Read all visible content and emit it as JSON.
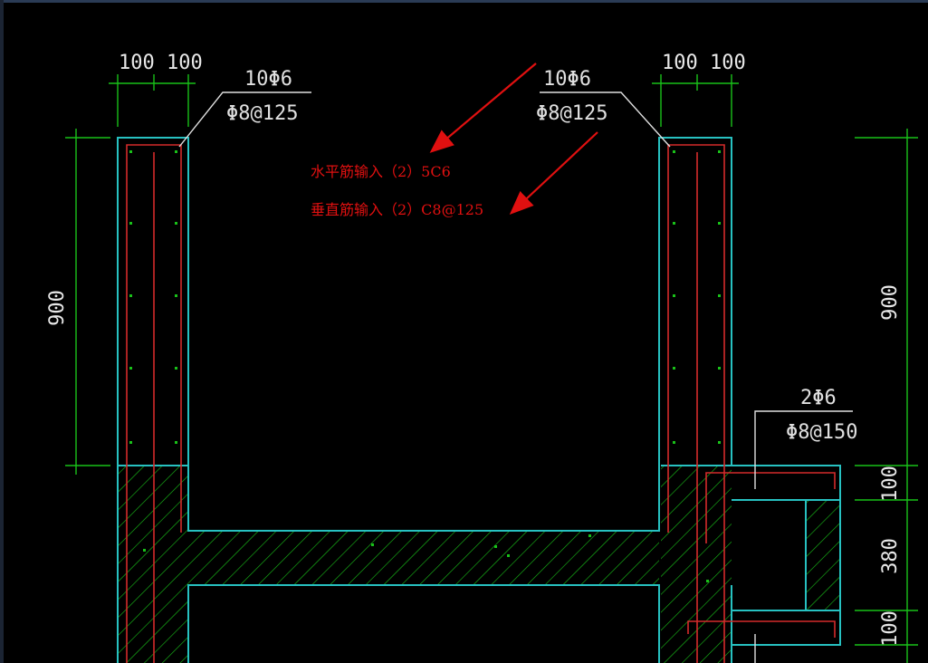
{
  "colors": {
    "background": "#000000",
    "concrete_outline": "#27c1c1",
    "dimension": "#19c119",
    "rebar": "#d42b2b",
    "hatch": "#19c119",
    "note": "#e01010",
    "text": "#e8e8e8"
  },
  "dimensions": {
    "left_top_width": "100 100",
    "right_top_width": "100 100",
    "left_height": "900",
    "right_height": "900",
    "right_seg_1": "100",
    "right_seg_2": "380",
    "right_seg_3": "100"
  },
  "rebar_labels": {
    "left_top_line1": "10Φ6",
    "left_top_line2": "Φ8@125",
    "right_top_line1": "10Φ6",
    "right_top_line2": "Φ8@125",
    "side_line1": "2Φ6",
    "side_line2": "Φ8@150"
  },
  "notes": {
    "horizontal": "水平筋输入（2）5C6",
    "vertical": "垂直筋输入（2）C8@125"
  }
}
